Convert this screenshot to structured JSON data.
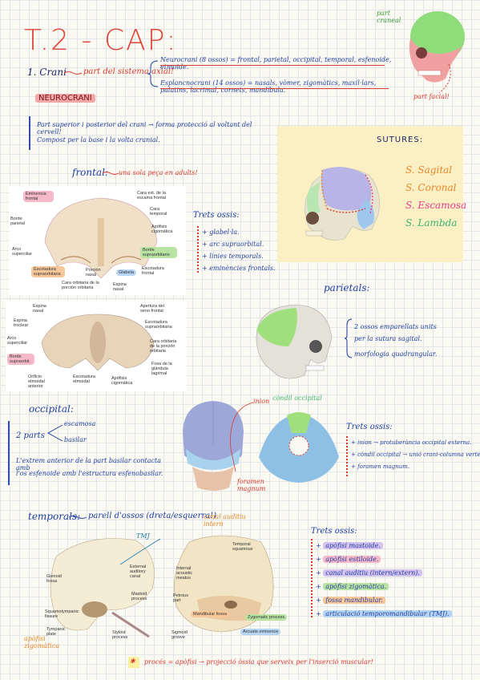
{
  "title": "T.2 - CAP:",
  "intro": {
    "cranium_label": "1. Crani",
    "cranium_desc": "part del sistema axial!",
    "neuro_line": "Neurocrani (8 ossos) = frontal, parietal, occipital, temporal, esfenoide, etmoide.",
    "esplanc_line": "Esplancnocrani (14 ossos) = nasals, vòmer, zigomàtics, maxil·lars, palatins, lacrimal, cornets, mandíbula."
  },
  "skull_labels": {
    "part_craneal": "part craneal",
    "part_facial": "part facial!"
  },
  "neuro_section": {
    "header": "NEUROCRANI",
    "line1": "Part superior i posterior del crani → forma protecció al voltant del cervell!",
    "line2": "Compost per la base i la volta cranial."
  },
  "sutures": {
    "title": "SUTURES:",
    "items": [
      "S. Sagital",
      "S. Coronal",
      "S. Escamosa",
      "S. Lambda"
    ]
  },
  "frontal": {
    "title": "frontal:",
    "desc": "una sola peça en adults!",
    "fig1": {
      "eminencia": "Eminencia frontal",
      "cara_ext": "Cara ext. de la escama frontal",
      "cara_temp": "Cara temporal",
      "borde_parietal": "Borde parietal",
      "apofisis_cig": "Apófisis cigomática",
      "borde_supraorb": "Borde supraorbitario",
      "arco_super": "Arco superciliar",
      "escotadura": "Escotadura supraorbitaria",
      "porcion_nasal": "Porción nasal",
      "glabela": "Glabela",
      "cara_orbitaria": "Cara orbitaria de la porción orbitaria",
      "espina_nasal": "Espina nasal",
      "escotadura_frontal": "Escotadura frontal"
    },
    "fig2": {
      "espina_nasal": "Espina nasal",
      "apertura": "Apertura del seno frontal",
      "espina_troclear": "Espina troclear",
      "escotadura": "Escotadura supraorbitaria",
      "arco_super": "Arco superciliar",
      "cara_orbitaria": "Cara orbitaria de la porción orbitaria",
      "borde_supraorb": "Borde supraorbit.",
      "fosa": "Fosa de la glándula lagrimal",
      "orificio": "Orificio etmoidal anterior",
      "escotadura_etm": "Escotadura etmoidal",
      "apofisis": "Apófisis cigomática"
    },
    "trets_title": "Trets ossis:",
    "trets": [
      "glabel·la.",
      "arc supraorbital.",
      "línies temporals.",
      "eminències frontals."
    ]
  },
  "parietals": {
    "title": "parietals:",
    "lines": [
      "2 ossos emparellats units",
      "per la sutura sagital.",
      "morfologia quadrangular."
    ]
  },
  "occipital": {
    "title": "occipital:",
    "parts_label": "2 parts",
    "part1": "escamosa",
    "part2": "basilar",
    "line1": "L'extrem anterior de la part basilar contacta amb",
    "line2": "l'os esfenoide amb l'estructura esfenobasilar.",
    "label_inion": "inion",
    "label_canal": "còndil occipital",
    "label_foramen": "foramen magnum",
    "trets_title": "Trets ossis:",
    "trets": [
      "inion → protuberància occipital externa.",
      "còndil occipital → unió crani-columna vertebral.",
      "foramen magnum."
    ]
  },
  "temporals": {
    "title": "temporals:",
    "desc": "parell d'ossos (dreta/esquerra!)",
    "tmj": "TMJ",
    "apofisi_zigo": "apòfisi zigomàtica",
    "canal_auditiu": "canal auditiu intern",
    "fig_labels": {
      "glenoid": "Glenoid fossa",
      "external_auditory": "External auditory canal",
      "mastoid": "Mastoid process",
      "squamotympanic": "Squamotympanic fissure",
      "tympanic": "Tympanic plate",
      "styloid": "Styloid process",
      "squamous": "Temporal squamous",
      "mandibular": "Mandibular fossa",
      "internal_acoustic": "Internal acoustic meatus",
      "petrous": "Petrous part",
      "sigmoid": "Sigmoid groove",
      "zygomatic": "Zygomatic process",
      "arcuate": "Arcuate eminence"
    },
    "trets_title": "Trets ossis:",
    "trets": [
      "apòfisi mastoide.",
      "apòfisi estiloide.",
      "canal auditiu (intern/extern).",
      "apòfisi zigomàtica.",
      "fossa mandibular.",
      "articulació temporomandibular (TMJ)."
    ],
    "footnote": "procés = apòfisi → projecció òssia que serveix per l'inserció muscular!"
  },
  "colors": {
    "red": "#d93a2f",
    "blue": "#1f3ea3",
    "orange": "#e8862a",
    "green": "#3cb371"
  }
}
